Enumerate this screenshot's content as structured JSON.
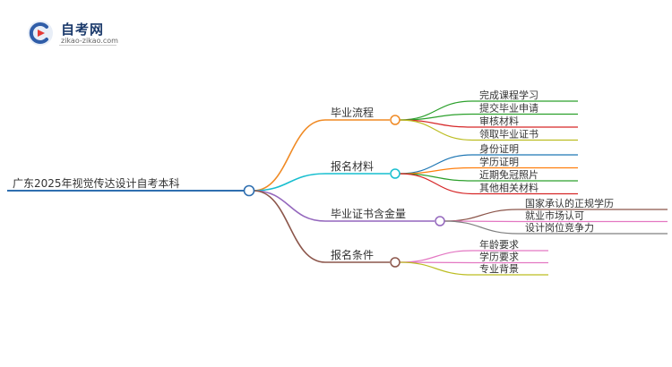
{
  "logo": {
    "title": "自考网",
    "subtitle": "zikao-zikao.com"
  },
  "mindmap": {
    "root": "广东2025年视觉传达设计自考本科",
    "branches": [
      {
        "label": "毕业流程",
        "color": "#f08a24",
        "children": [
          {
            "label": "完成课程学习",
            "color": "#2ca02c"
          },
          {
            "label": "提交毕业申请",
            "color": "#2ca02c"
          },
          {
            "label": "审核材料",
            "color": "#d62728"
          },
          {
            "label": "领取毕业证书",
            "color": "#bcbd22"
          }
        ]
      },
      {
        "label": "报名材料",
        "color": "#17becf",
        "children": [
          {
            "label": "身份证明",
            "color": "#1f77b4"
          },
          {
            "label": "学历证明",
            "color": "#ff7f0e"
          },
          {
            "label": "近期免冠照片",
            "color": "#2ca02c"
          },
          {
            "label": "其他相关材料",
            "color": "#d62728"
          }
        ]
      },
      {
        "label": "毕业证书含金量",
        "color": "#9467bd",
        "children": [
          {
            "label": "国家承认的正规学历",
            "color": "#8c564b"
          },
          {
            "label": "就业市场认可",
            "color": "#e377c2"
          },
          {
            "label": "设计岗位竞争力",
            "color": "#7f7f7f"
          }
        ]
      },
      {
        "label": "报名条件",
        "color": "#8c564b",
        "children": [
          {
            "label": "年龄要求",
            "color": "#e377c2"
          },
          {
            "label": "学历要求",
            "color": "#e377c2"
          },
          {
            "label": "专业背景",
            "color": "#bcbd22"
          }
        ]
      }
    ]
  }
}
